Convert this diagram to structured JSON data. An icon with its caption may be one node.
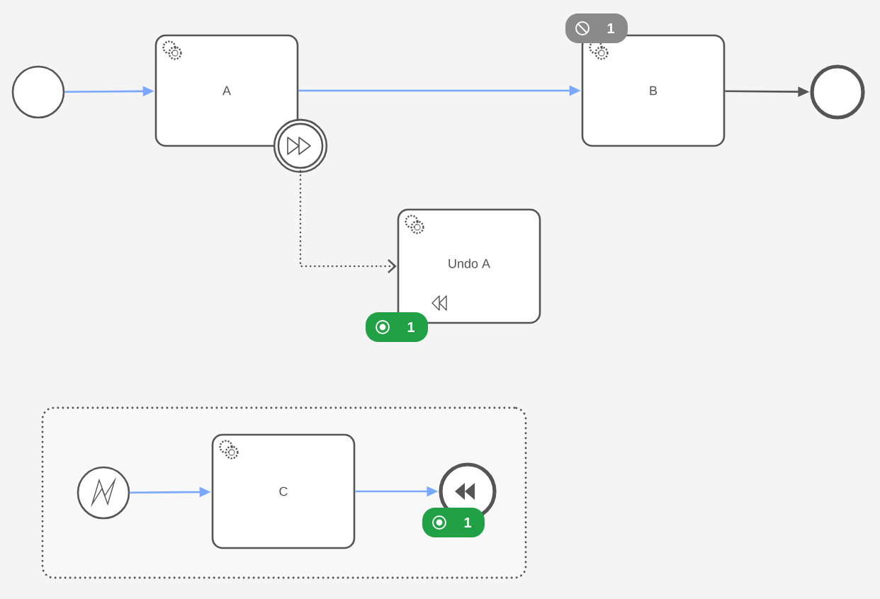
{
  "diagram": {
    "nodes": [
      {
        "text": [],
        "shape": "circle"
      },
      {
        "text": [
          "A"
        ]
      },
      {
        "text": [
          "B"
        ],
        "beside": [
          "1"
        ]
      },
      {
        "text": [],
        "shape": "circle"
      },
      {
        "text": [],
        "shape": "circle"
      },
      {
        "text": [
          "Undo A"
        ],
        "beside": [
          "1"
        ]
      },
      {
        "text": [],
        "shape": "box"
      },
      {
        "text": [],
        "shape": "circle",
        "in": 6
      },
      {
        "text": [
          "C"
        ],
        "in": 6
      },
      {
        "text": [],
        "shape": "circle",
        "in": 6,
        "beside": [
          "1"
        ]
      }
    ],
    "edges": [
      {
        "from": 0,
        "to": 1,
        "arrow": "to"
      },
      {
        "from": 1,
        "to": 2,
        "arrow": "to"
      },
      {
        "from": 2,
        "to": 3,
        "arrow": "to",
        "color": "#555555"
      },
      {
        "from": 4,
        "to": 5,
        "arrow": "to",
        "style": "dashed",
        "color": "#555555"
      },
      {
        "from": 7,
        "to": 8,
        "arrow": "to"
      },
      {
        "from": 8,
        "to": 9,
        "arrow": "to"
      }
    ]
  }
}
